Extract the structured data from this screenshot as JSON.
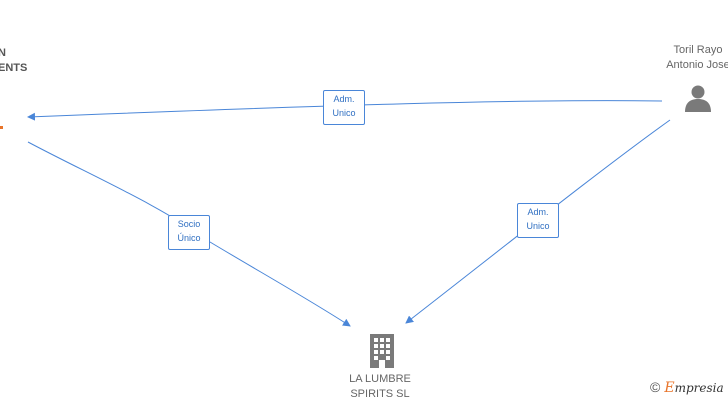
{
  "nodes": {
    "company_left": {
      "line1": "N",
      "line2": "ENTS"
    },
    "person": {
      "line1": "Toril Rayo",
      "line2": "Antonio Jose"
    },
    "target": {
      "line1": "LA LUMBRE",
      "line2": "SPIRITS  SL"
    }
  },
  "edges": {
    "adm_top": {
      "line1": "Adm.",
      "line2": "Unico"
    },
    "socio": {
      "line1": "Socio",
      "line2": "Único"
    },
    "adm_right": {
      "line1": "Adm.",
      "line2": "Unico"
    }
  },
  "brand": {
    "copyright": "©",
    "initial": "E",
    "rest": "mpresia"
  },
  "colors": {
    "edge": "#4a86d8",
    "icon": "#7a7a7a",
    "accent": "#e8742a"
  }
}
